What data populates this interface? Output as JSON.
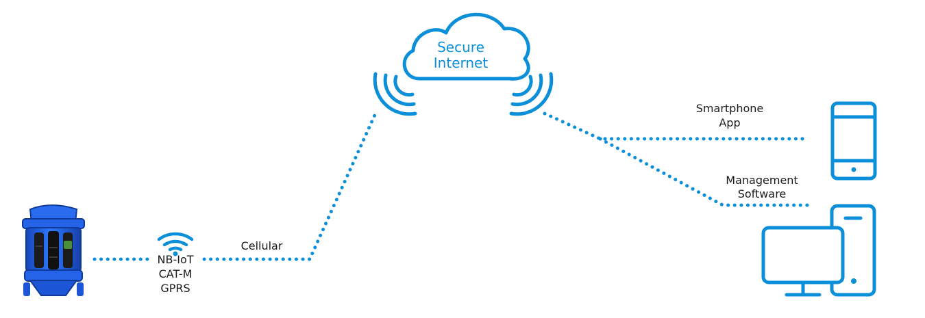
{
  "cloud": {
    "line1": "Secure",
    "line2": "Internet"
  },
  "device": {
    "protocols": [
      "NB-IoT",
      "CAT-M",
      "GPRS"
    ]
  },
  "link": {
    "cellular": "Cellular"
  },
  "endpoints": {
    "smartphone": {
      "line1": "Smartphone",
      "line2": "App"
    },
    "management": {
      "line1": "Management",
      "line2": "Software"
    }
  },
  "colors": {
    "accent": "#0b8fd8",
    "text": "#1a1a1a",
    "device_blue": "#1f5fe0"
  },
  "icons": [
    "valve-device-icon",
    "wifi-signal-icon",
    "cloud-icon",
    "broadcast-left-icon",
    "broadcast-right-icon",
    "smartphone-icon",
    "desktop-monitor-icon",
    "tablet-icon"
  ]
}
